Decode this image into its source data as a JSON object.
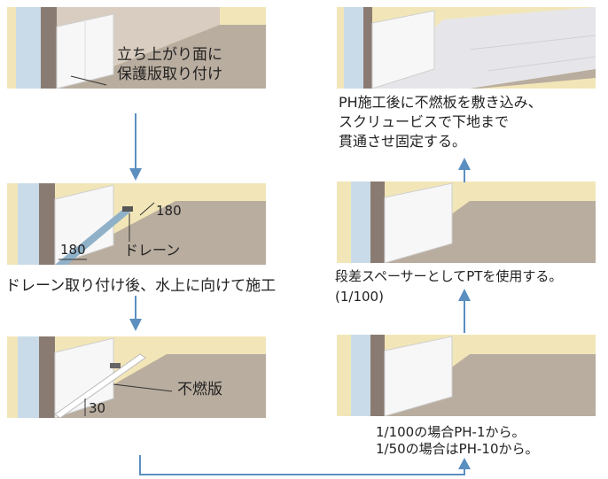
{
  "panel1": {
    "caption_line1": "立ち上がり面に",
    "caption_line2": "保護版取り付け"
  },
  "panel2": {
    "dim_top": "180",
    "dim_left": "180",
    "drain_label": "ドレーン"
  },
  "panel2_caption": "ドレーン取り付け後、水上に向けて施工",
  "panel3": {
    "board_label": "不燃版",
    "dim_height": "30"
  },
  "panel4_caption": {
    "line1": "1/100の場合PH-1から。",
    "line2": "1/50の場合はPH-10から。"
  },
  "panel5_caption": {
    "line1": "段差スペーサーとしてPTを使用する。",
    "line2": "(1/100)"
  },
  "panel6_caption": {
    "line1": "PH施工後に不燃板を敷き込み、",
    "line2": "スクリュービスで下地まで",
    "line3": "貫通させ固定する。"
  },
  "colors": {
    "arrow": "#5b8fc0",
    "wall": "#c8bcae",
    "floor": "#b8ab9e",
    "background": "#f2e6b8",
    "drain": "#8fb1c8"
  }
}
